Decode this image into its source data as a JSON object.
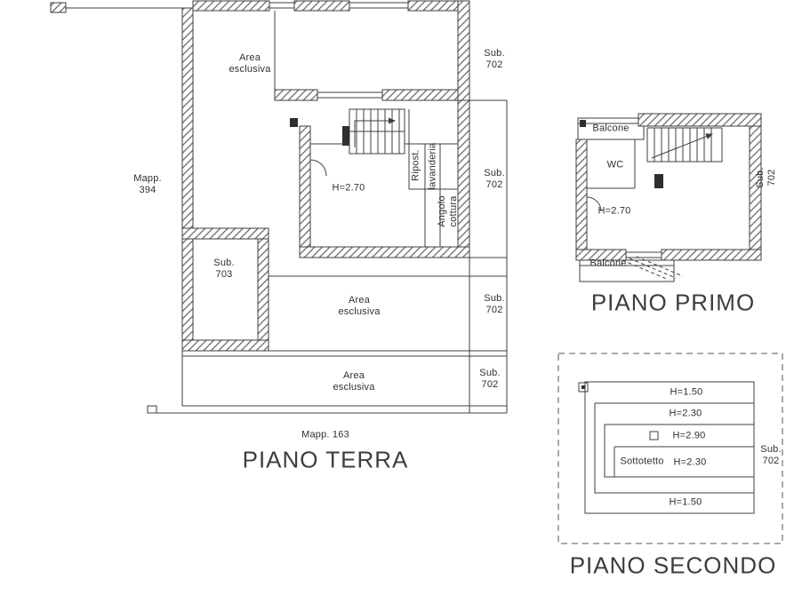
{
  "piano_terra": {
    "title": "PIANO TERRA",
    "area_esclusiva_top": "Area\nesclusiva",
    "area_esclusiva_mid": "Area\nesclusiva",
    "area_esclusiva_bottom": "Area\nesclusiva",
    "sub_702_top": "Sub.\n702",
    "sub_702_mid": "Sub.\n702",
    "sub_702_low": "Sub.\n702",
    "sub_702_bottom": "Sub.\n702",
    "sub_703": "Sub.\n703",
    "mapp_394": "Mapp.\n394",
    "mapp_163": "Mapp. 163",
    "h_270": "H=2.70",
    "ripost": "Ripost.",
    "lavanderia": "lavanderia",
    "angolo_cottura": "Angolo\ncottura"
  },
  "piano_primo": {
    "title": "PIANO PRIMO",
    "balcone_top": "Balcone",
    "balcone_bottom": "Balcone",
    "wc": "WC",
    "h_270": "H=2.70",
    "sub_702": "Sub.\n702"
  },
  "piano_secondo": {
    "title": "PIANO SECONDO",
    "h_150_top": "H=1.50",
    "h_230_top": "H=2.30",
    "h_290": "H=2.90",
    "sottotetto": "Sottotetto",
    "h_230_mid": "H=2.30",
    "h_150_bottom": "H=1.50",
    "sub_702": "Sub.\n702"
  },
  "colors": {
    "line": "#3f3f3f",
    "text": "#2f2f2f",
    "background": "#ffffff"
  }
}
